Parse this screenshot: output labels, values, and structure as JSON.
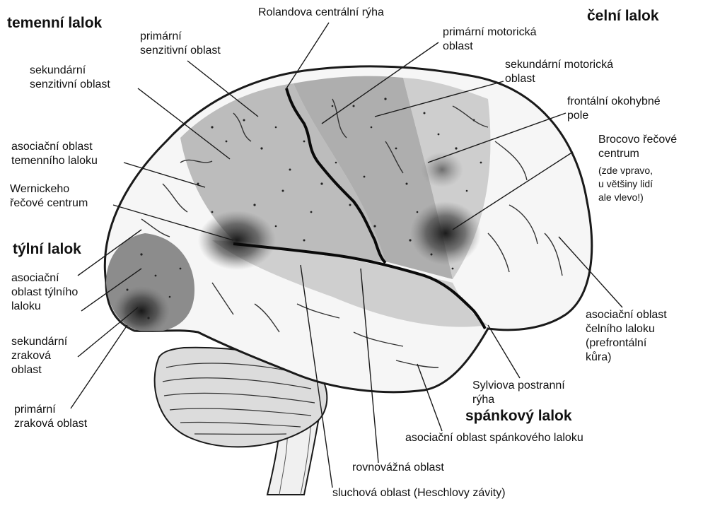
{
  "lobes": {
    "parietal": "temenní lalok",
    "frontal": "čelní lalok",
    "occipital": "týlní lalok",
    "temporal": "spánkový lalok"
  },
  "labels": {
    "central_sulcus": "Rolandova centrální  rýha",
    "primary_sensory": [
      "primární",
      "senzitivní oblast"
    ],
    "primary_motor": [
      "primární motorická",
      "oblast"
    ],
    "secondary_sensory": [
      "sekundární",
      "senzitivní oblast"
    ],
    "secondary_motor": [
      "sekundární motorická",
      "oblast"
    ],
    "frontal_eye_field": [
      "frontální okohybné",
      "pole"
    ],
    "parietal_association": [
      "asociační oblast",
      "temenního laloku"
    ],
    "broca": [
      "Brocovo řečové",
      "centrum"
    ],
    "broca_note": [
      "(zde vpravo,",
      "u většiny lidí",
      "ale vlevo!)"
    ],
    "wernicke": [
      "Wernickeho",
      "řečové centrum"
    ],
    "occipital_association": [
      "asociační",
      "oblast týlního",
      "laloku"
    ],
    "prefrontal_association": [
      "asociační oblast",
      "čelního laloku",
      "(prefrontální",
      "kůra)"
    ],
    "secondary_visual": [
      "sekundární",
      "zraková",
      "oblast"
    ],
    "primary_visual": [
      "primární",
      "zraková oblast"
    ],
    "sylvian_fissure": [
      "Sylviova postranní",
      "rýha"
    ],
    "temporal_association": "asociační oblast spánkového laloku",
    "vestibular": "rovnovážná oblast",
    "auditory": "sluchová oblast (Heschlovy závity)"
  },
  "colors": {
    "outline": "#1a1a1a",
    "cortex_light": "#f4f4f4",
    "region_gray": "#9a9a9a",
    "region_dark": "#222222",
    "text": "#111111"
  }
}
